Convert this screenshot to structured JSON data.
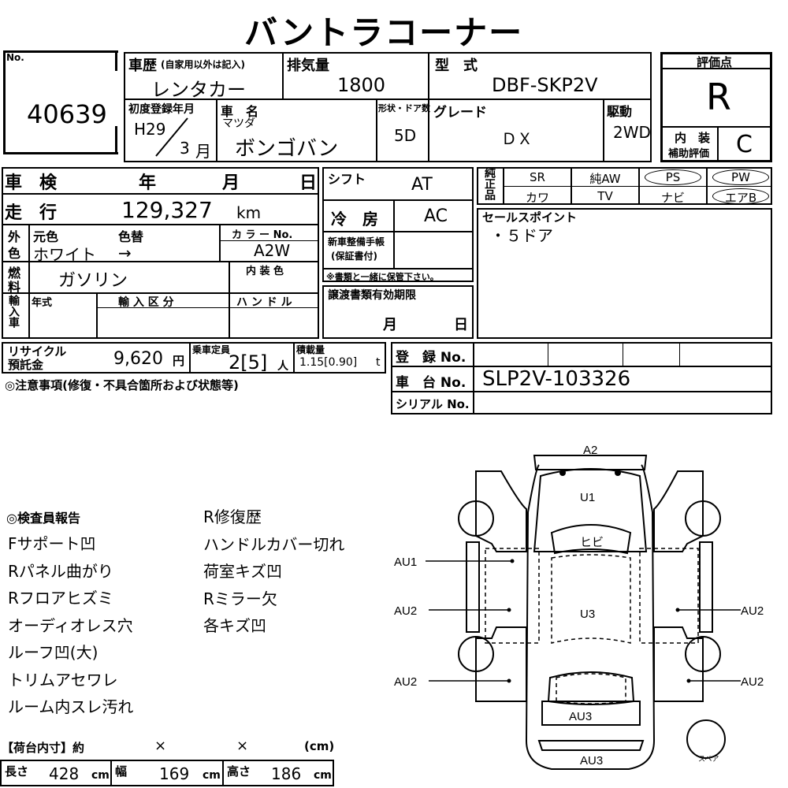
{
  "title": "バントラコーナー",
  "no_label": "No.",
  "stock_no": "40639",
  "history_label": "車歴",
  "history_note": "(自家用以外は記入)",
  "history_value": "レンタカー",
  "displacement_label": "排気量",
  "displacement_value": "1800",
  "model_label": "型　式",
  "model_value": "DBF-SKP2V",
  "first_reg_label": "初度登録年月",
  "first_reg_year": "H29",
  "first_reg_month": "3",
  "month_unit": "月",
  "name_label": "車　名",
  "maker": "マツダ",
  "car_name": "ボンゴバン",
  "body_label": "形状・ドア数",
  "body_value": "5D",
  "grade_label": "グレード",
  "grade_value": "ＤＸ",
  "drive_label": "駆動",
  "drive_value": "2WD",
  "eval_label": "評価点",
  "eval_value": "R",
  "interior_label": "内　装\n補助評価",
  "interior_line1": "内　装",
  "interior_line2": "補助評価",
  "interior_value": "C",
  "shaken_label": "車　検",
  "shaken_year": "年",
  "shaken_month": "月",
  "shaken_day": "日",
  "mileage_label": "走　行",
  "mileage_value": "129,327",
  "mileage_unit": "km",
  "exterior_label_1": "外",
  "exterior_label_2": "色",
  "orig_color_label": "元色",
  "color_change_label": "色替",
  "orig_color_value": "ホワイト",
  "color_change_arrow": "→",
  "color_no_label": "カ ラ ー No.",
  "color_no_value": "A2W",
  "fuel_label_1": "燃",
  "fuel_label_2": "料",
  "fuel_value": "ガソリン",
  "interior_color_label": "内 装 色",
  "import_label": "輸入車",
  "import_year_label": "年式",
  "import_type_label": "輸 入 区 分",
  "handle_label": "ハ ン ド ル",
  "shift_label": "シフト",
  "shift_value": "AT",
  "ac_label": "冷　房",
  "ac_value": "AC",
  "manual_label_1": "新車整備手帳",
  "manual_label_2": "(保証書付)",
  "manual_note": "※書類と一緒に保管下さい。",
  "transfer_label": "譲渡書類有効期限",
  "transfer_month": "月",
  "transfer_day": "日",
  "genuine_label": "純正品",
  "options": [
    {
      "label": "SR",
      "circled": false
    },
    {
      "label": "純AW",
      "circled": false
    },
    {
      "label": "PS",
      "circled": true
    },
    {
      "label": "PW",
      "circled": true
    },
    {
      "label": "カワ",
      "circled": false
    },
    {
      "label": "TV",
      "circled": false
    },
    {
      "label": "ナビ",
      "circled": false
    },
    {
      "label": "エアB",
      "circled": true
    }
  ],
  "sales_point_label": "セールスポイント",
  "sales_point_value": "・５ドア",
  "recycle_label_1": "リサイクル",
  "recycle_label_2": "預託金",
  "recycle_value": "9,620",
  "recycle_unit": "円",
  "capacity_label": "乗車定員",
  "capacity_value": "2[5]",
  "capacity_unit": "人",
  "load_label": "積載量",
  "load_value": "1.15[0.90]",
  "load_unit": "t",
  "reg_no_label": "登　録 No.",
  "chassis_label": "車　台 No.",
  "chassis_value": "SLP2V-103326",
  "serial_label": "シリアル No.",
  "notes_label": "◎注意事項(修復・不具合箇所および状態等)",
  "inspector_label": "◎検査員報告",
  "report_col1": [
    "Fサポート凹",
    "Rパネル曲がり",
    "Rフロアヒズミ",
    "オーディオレス穴",
    "ルーフ凹(大)",
    "トリムアセワレ",
    "ルーム内スレ汚れ"
  ],
  "report_col2": [
    "R修復歴",
    "ハンドルカバー切れ",
    "荷室キズ凹",
    "Rミラー欠",
    "各キズ凹"
  ],
  "cargo_label": "【荷台内寸】約",
  "cargo_x1": "×",
  "cargo_x2": "×",
  "cargo_unit_label": "(cm)",
  "length_label": "長さ",
  "length_value": "428",
  "width_label": "幅",
  "width_value": "169",
  "height_label": "高さ",
  "height_value": "186",
  "cm": "cm",
  "diagram": {
    "a2": "A2",
    "u1": "U1",
    "hibi": "ヒビ",
    "u3": "U3",
    "au1": "AU1",
    "au2_l1": "AU2",
    "au2_l2": "AU2",
    "au2_r1": "AU2",
    "au2_r2": "AU2",
    "au3_in": "AU3",
    "au3_out": "AU3",
    "spare": "スペア"
  }
}
